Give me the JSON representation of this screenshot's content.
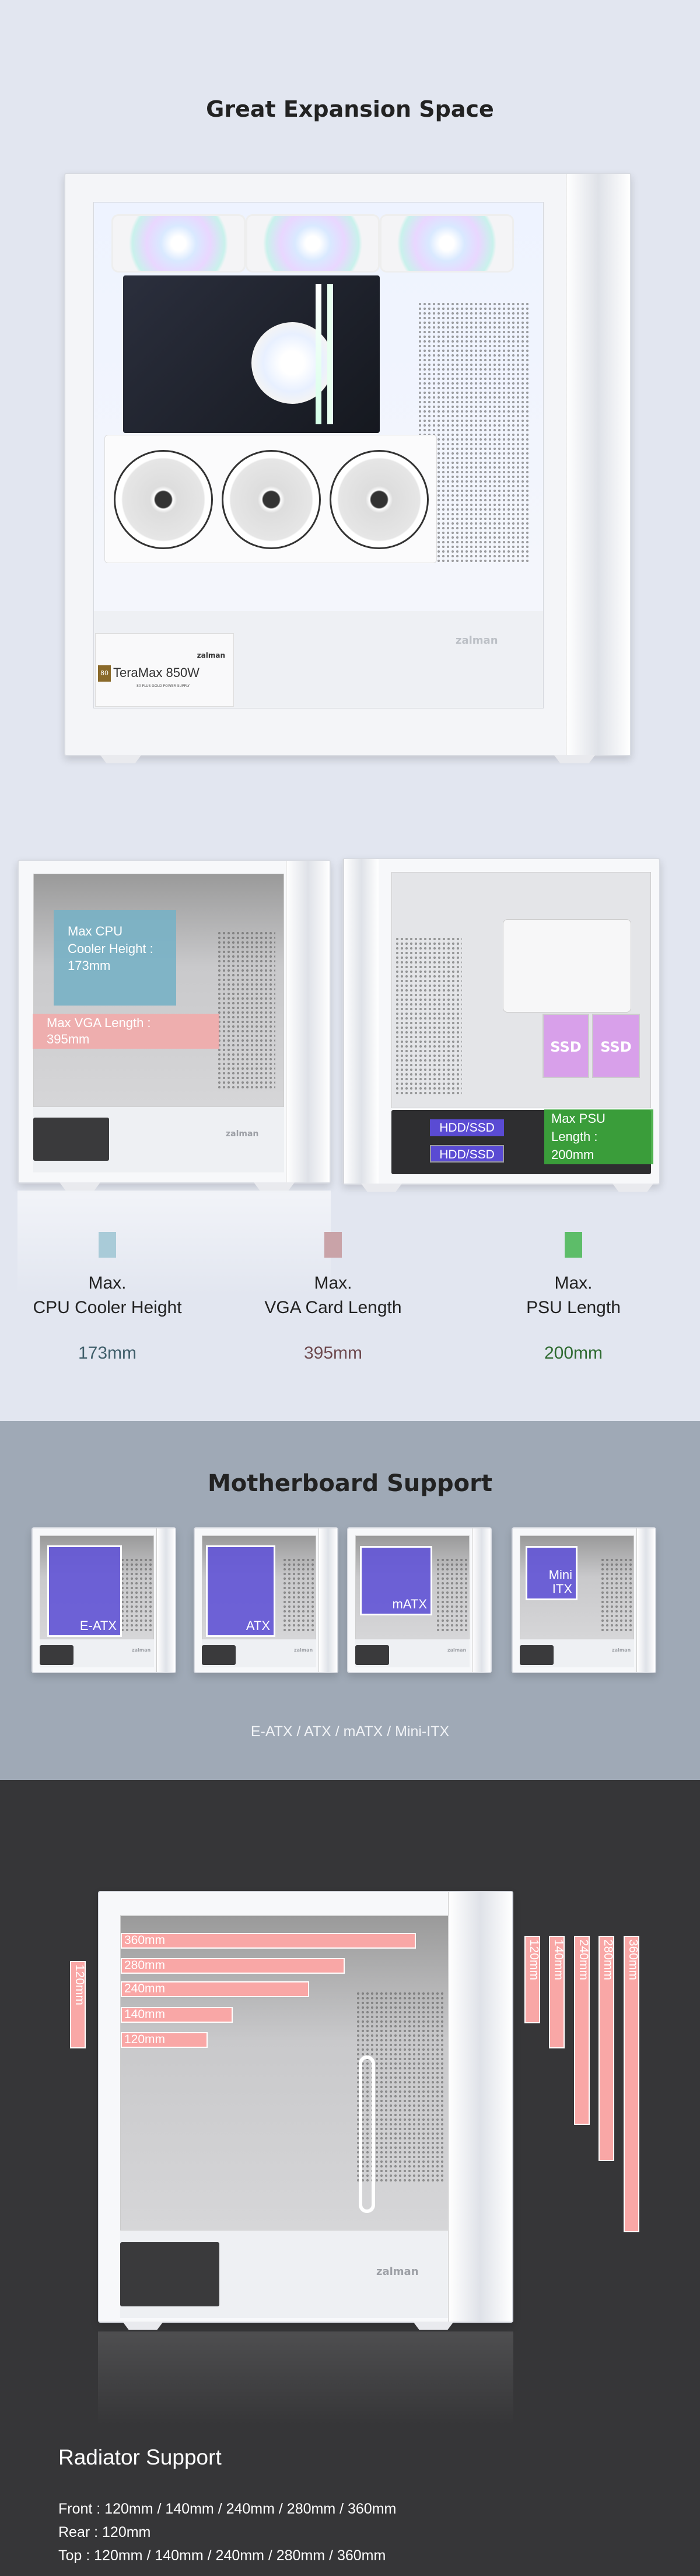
{
  "expansion": {
    "title": "Great Expansion Space",
    "hero": {
      "case_brand": "zalman",
      "psu_brand": "zalman",
      "psu_model": "TeraMax 850W",
      "psu_badge": "80",
      "psu_subtitle": "80 PLUS GOLD POWER SUPPLY"
    },
    "left_panel": {
      "cpu_label": [
        "Max CPU",
        "Cooler Height :",
        "173mm"
      ],
      "vga_label": [
        "Max VGA Length :",
        "395mm"
      ],
      "brand": "zalman"
    },
    "right_panel": {
      "ssd_labels": [
        "SSD",
        "SSD"
      ],
      "hdd_labels": [
        "HDD/SSD",
        "HDD/SSD"
      ],
      "psu_label": [
        "Max PSU",
        "Length :",
        "200mm"
      ]
    },
    "legend": [
      {
        "line1": "Max.",
        "line2": "CPU Cooler Height",
        "value": "173mm",
        "swatch": "#a9cbd8",
        "value_color": "#3f5e6a"
      },
      {
        "line1": "Max.",
        "line2": "VGA Card Length",
        "value": "395mm",
        "swatch": "#c9a3a8",
        "value_color": "#6e4a4f"
      },
      {
        "line1": "Max.",
        "line2": "PSU Length",
        "value": "200mm",
        "swatch": "#5dbd69",
        "value_color": "#2e6a30"
      }
    ]
  },
  "motherboard": {
    "title": "Motherboard Support",
    "cases": [
      {
        "label": [
          "E-ATX"
        ],
        "brand": "zalman"
      },
      {
        "label": [
          "ATX"
        ],
        "brand": "zalman"
      },
      {
        "label": [
          "mATX"
        ],
        "brand": "zalman"
      },
      {
        "label": [
          "Mini",
          "ITX"
        ],
        "brand": "zalman"
      }
    ],
    "caption": "E-ATX / ATX / mATX / Mini-ITX"
  },
  "radiator": {
    "title": "Radiator Support",
    "case_brand": "zalman",
    "top_bars": [
      "360mm",
      "280mm",
      "240mm",
      "140mm",
      "120mm"
    ],
    "rear_bar": "120mm",
    "front_bars": [
      "120mm",
      "140mm",
      "240mm",
      "280mm",
      "360mm"
    ],
    "specs": [
      "Front : 120mm / 140mm / 240mm / 280mm / 360mm",
      "Rear : 120mm",
      "Top : 120mm / 140mm / 240mm / 280mm / 360mm"
    ]
  },
  "colors": {
    "bg_light": "#e2e6f0",
    "bg_mid": "#9fa9b6",
    "bg_dark": "#363638",
    "mb_box": "#6254d6",
    "rad_bar": "#f9a7a6"
  }
}
